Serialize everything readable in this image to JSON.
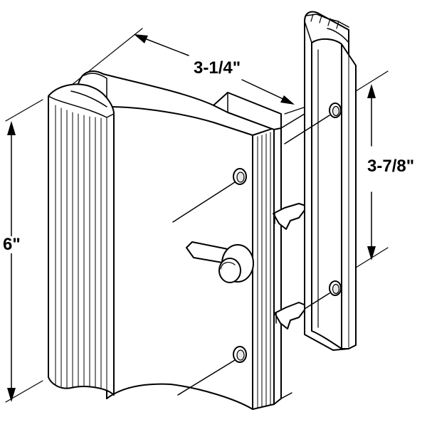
{
  "dimensions": {
    "width_label": "3-1/4\"",
    "height_label": "6\"",
    "hole_spacing_label": "3-7/8\""
  },
  "colors": {
    "line": "#000000",
    "fill": "#ffffff",
    "shade": "#e8e8e8"
  }
}
